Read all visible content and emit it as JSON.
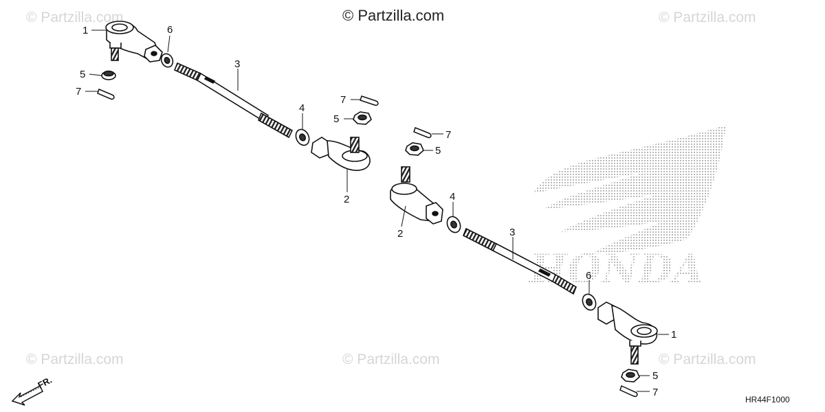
{
  "watermarks": {
    "main": "© Partzilla.com",
    "corner": "© Partzilla.com"
  },
  "brand": {
    "name": "HONDA",
    "logo_icon": "honda-wing-logo"
  },
  "diagram_code": "HR44F1000",
  "front_arrow": {
    "label": "FR.",
    "icon": "front-arrow-icon"
  },
  "callouts": {
    "c1a": "1",
    "c6a": "6",
    "c5a": "5",
    "c7a": "7",
    "c3a": "3",
    "c4a": "4",
    "c2a": "2",
    "c7b": "7",
    "c5b": "5",
    "c7c": "7",
    "c5c": "5",
    "c2b": "2",
    "c4b": "4",
    "c3b": "3",
    "c6b": "6",
    "c1b": "1",
    "c5d": "5",
    "c7d": "7"
  },
  "colors": {
    "line": "#111111",
    "watermark": "#d6d6d6",
    "logo_dots": "#9a9a9a"
  }
}
